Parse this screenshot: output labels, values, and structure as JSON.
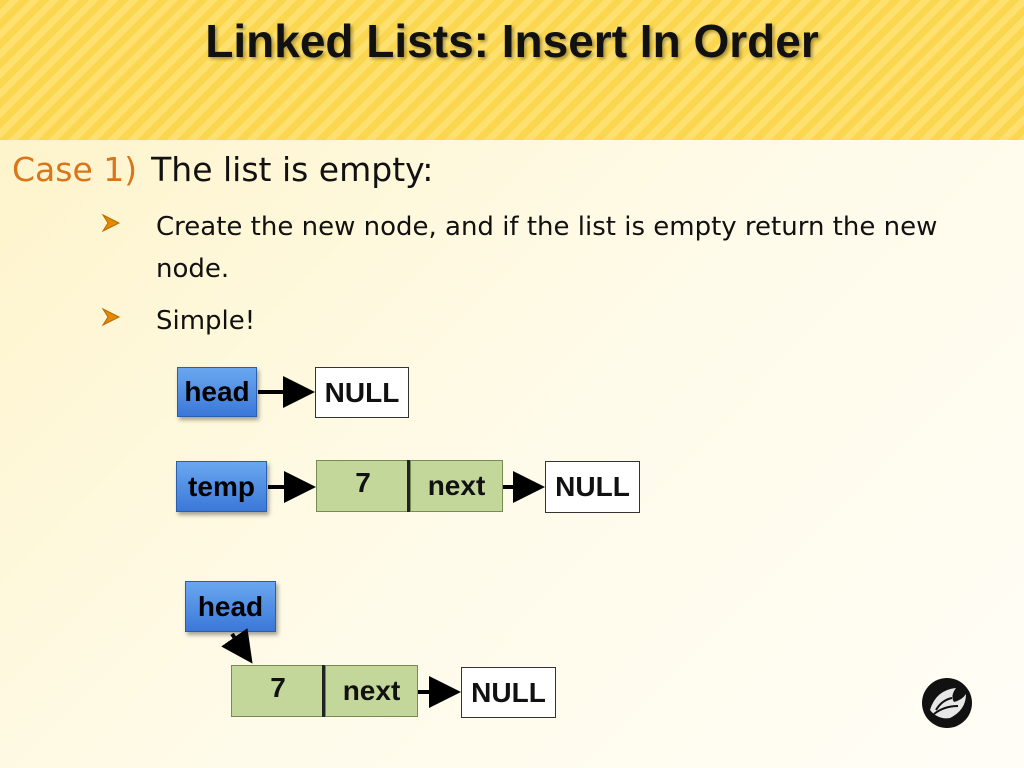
{
  "slide": {
    "title": "Linked Lists:  Insert In Order",
    "case_label": "Case 1)",
    "case_text": "The list is empty:",
    "bullets": [
      "Create the new node, and if the list is empty return the new node.",
      "Simple!"
    ]
  },
  "diagram": {
    "row1": {
      "pointer": "head",
      "target": "NULL"
    },
    "row2": {
      "pointer": "temp",
      "node_value": "7",
      "node_next": "next",
      "target": "NULL"
    },
    "row3": {
      "pointer": "head",
      "node_value": "7",
      "node_next": "next",
      "target": "NULL"
    }
  },
  "colors": {
    "case_label": "#d9751a",
    "title_band": "#fbd64f",
    "pointer_box": "#3b78d8",
    "node_fill": "#c4d79b",
    "bullet_marker": "#e58a00"
  },
  "icons": {
    "bullet": "arrowhead-bullet-icon",
    "logo": "pegasus-logo-icon"
  }
}
